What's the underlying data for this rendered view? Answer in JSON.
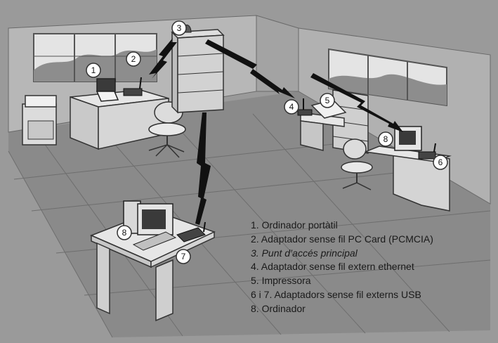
{
  "callouts": [
    {
      "id": "c1",
      "number": "1"
    },
    {
      "id": "c2",
      "number": "2"
    },
    {
      "id": "c3",
      "number": "3"
    },
    {
      "id": "c4",
      "number": "4"
    },
    {
      "id": "c5",
      "number": "5"
    },
    {
      "id": "c6",
      "number": "6"
    },
    {
      "id": "c7",
      "number": "7"
    },
    {
      "id": "c8a",
      "number": "8"
    },
    {
      "id": "c8b",
      "number": "8"
    }
  ],
  "legend": [
    {
      "text": "1. Ordinador portàtil",
      "italic": false
    },
    {
      "text": "2. Adaptador sense fil PC Card (PCMCIA)",
      "italic": false
    },
    {
      "text": "3. Punt d’accés principal",
      "italic": true
    },
    {
      "text": "4. Adaptador sense fil extern ethernet",
      "italic": false
    },
    {
      "text": "5. Impressora",
      "italic": false
    },
    {
      "text": "6 i 7. Adaptadors sense fil externs USB",
      "italic": false
    },
    {
      "text": "8. Ordinador",
      "italic": false
    }
  ]
}
